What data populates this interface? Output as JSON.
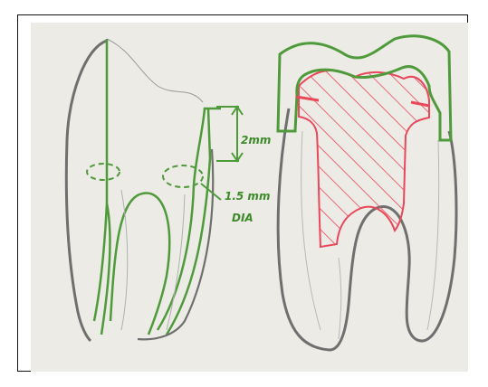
{
  "annotations": {
    "crown_height": "2mm",
    "post_diameter_value": "1.5 mm",
    "post_diameter_label": "DIA"
  },
  "colors": {
    "outline_gray": "#6f6f6f",
    "preparation_green": "#4f9a3a",
    "core_red": "#e8485a",
    "paper": "#ecebe6"
  }
}
